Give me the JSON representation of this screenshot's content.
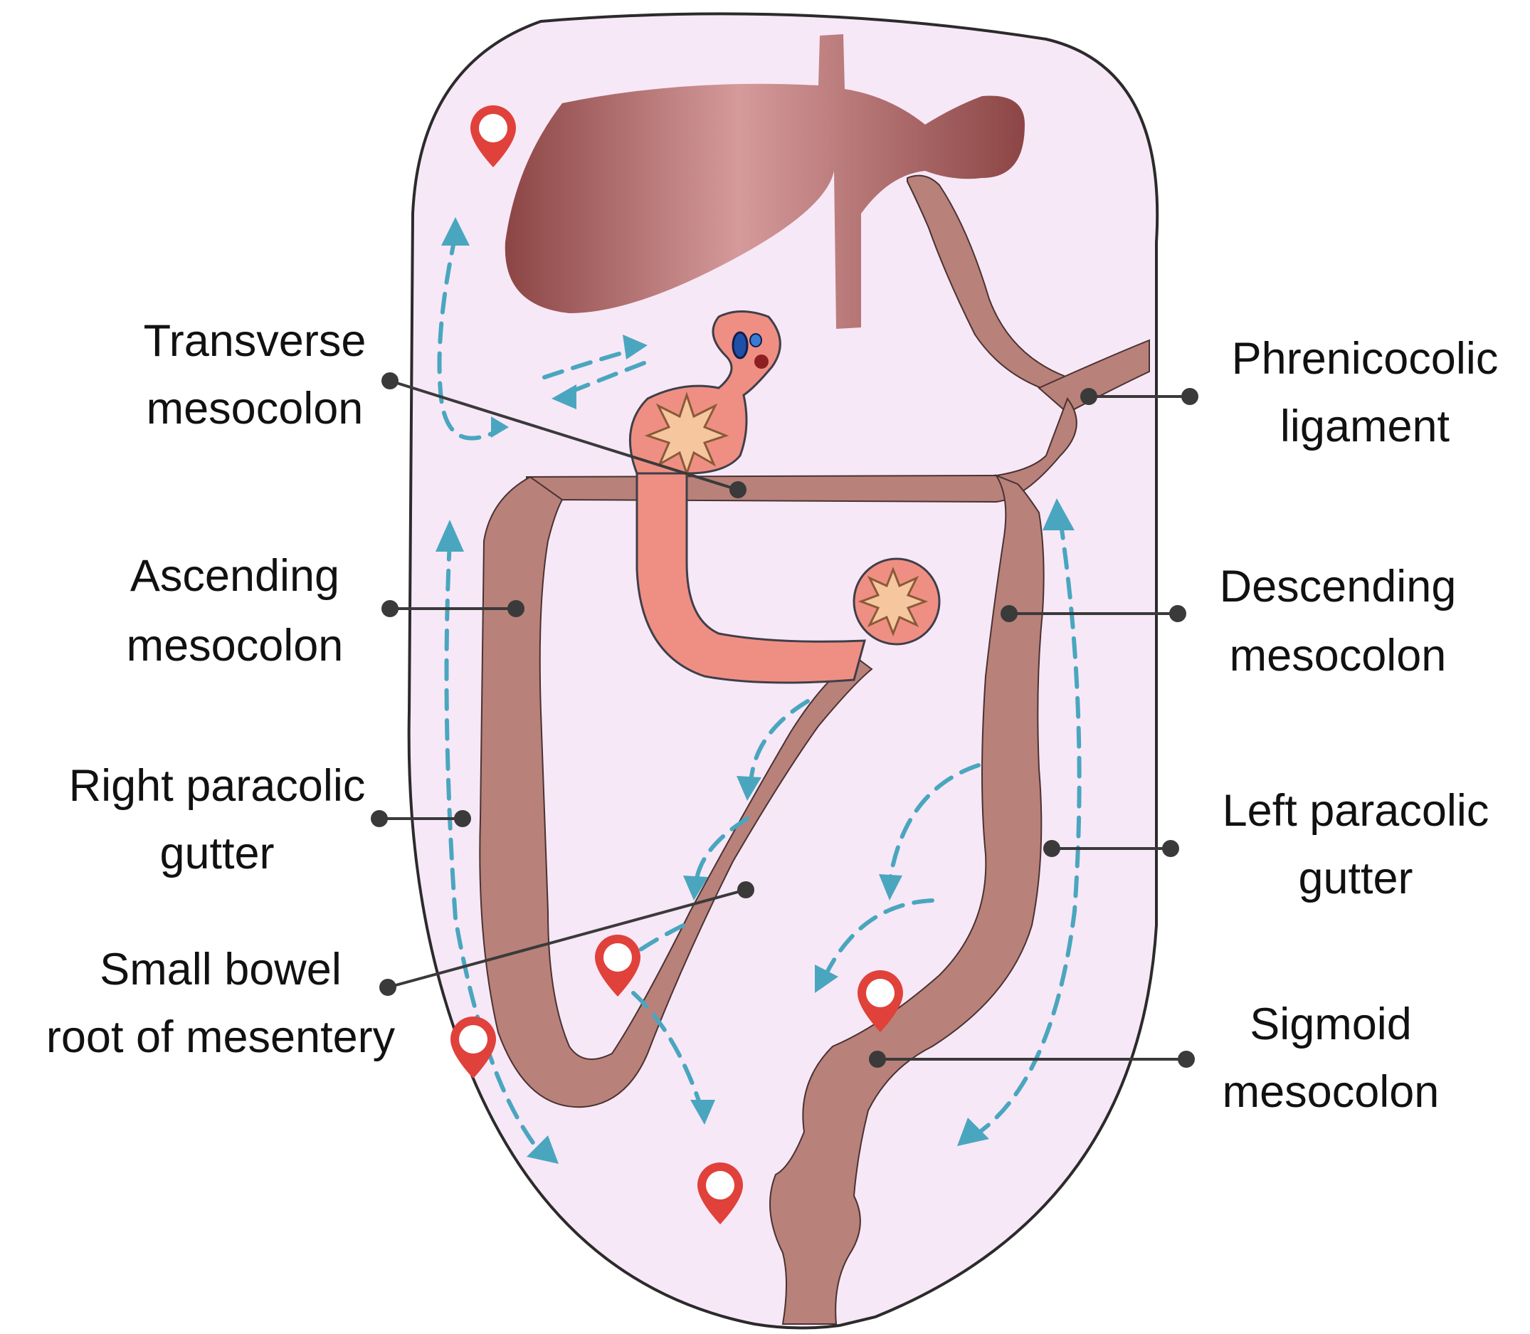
{
  "labels": {
    "transverse_mesocolon": [
      "Transverse",
      "mesocolon"
    ],
    "phrenicocolic_ligament": [
      "Phrenicocolic",
      "ligament"
    ],
    "ascending_mesocolon": [
      "Ascending",
      "mesocolon"
    ],
    "descending_mesocolon": [
      "Descending",
      "mesocolon"
    ],
    "right_paracolic_gutter": [
      "Right paracolic",
      "gutter"
    ],
    "left_paracolic_gutter": [
      "Left paracolic",
      "gutter"
    ],
    "small_bowel_root": [
      "Small bowel",
      "root of mesentery"
    ],
    "sigmoid_mesocolon": [
      "Sigmoid",
      "mesocolon"
    ]
  },
  "icons": {
    "markers": "map-pin-icon",
    "flows": "dashed-arrow-icon",
    "lesions": "star-burst-icon"
  },
  "colors": {
    "peritoneal_cavity": "#f7e8f7",
    "liver": "#a35a5a",
    "mesocolon": "#b8817a",
    "bowel": "#ef8f83",
    "flow_arrows": "#4aa6bf",
    "marker": "#e0413a",
    "lesion": "#f6c79e"
  }
}
